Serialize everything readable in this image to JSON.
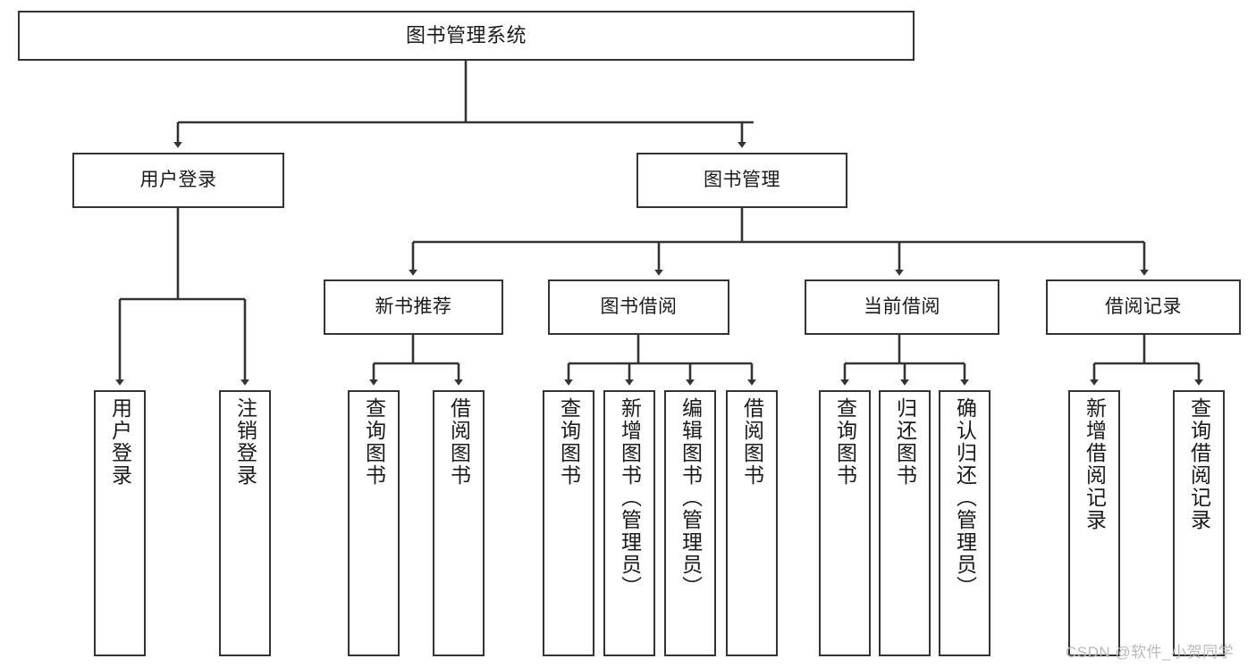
{
  "diagram": {
    "title": "图书管理系统",
    "type": "function-structure-tree",
    "style": {
      "box_border_color": "#333333",
      "box_fill_color": "#ffffff",
      "edge_color": "#333333",
      "background_color": "#ffffff",
      "watermark_color": "#b9b9b9"
    },
    "nodes": {
      "root": {
        "label": "图书管理系统",
        "level": 0
      },
      "user_login": {
        "label": "用户登录",
        "level": 1
      },
      "book_manage": {
        "label": "图书管理",
        "level": 1
      },
      "new_book_rec": {
        "label": "新书推荐",
        "level": 2
      },
      "book_borrow": {
        "label": "图书借阅",
        "level": 2
      },
      "current_borrow": {
        "label": "当前借阅",
        "level": 2
      },
      "borrow_record": {
        "label": "借阅记录",
        "level": 2
      },
      "leaf_user_login": {
        "label": "用户登录",
        "level": 2,
        "parent": "用户登录"
      },
      "leaf_logout": {
        "label": "注销登录",
        "level": 2,
        "parent": "用户登录"
      },
      "leaf_query_book_1": {
        "label": "查询图书",
        "level": 3,
        "parent": "新书推荐"
      },
      "leaf_borrow_book_1": {
        "label": "借阅图书",
        "level": 3,
        "parent": "新书推荐"
      },
      "leaf_query_book_2": {
        "label": "查询图书",
        "level": 3,
        "parent": "图书借阅"
      },
      "leaf_add_book": {
        "label": "新增图书（管理员）",
        "level": 3,
        "parent": "图书借阅"
      },
      "leaf_edit_book": {
        "label": "编辑图书（管理员）",
        "level": 3,
        "parent": "图书借阅"
      },
      "leaf_borrow_book_2": {
        "label": "借阅图书",
        "level": 3,
        "parent": "图书借阅"
      },
      "leaf_query_book_3": {
        "label": "查询图书",
        "level": 3,
        "parent": "当前借阅"
      },
      "leaf_return_book": {
        "label": "归还图书",
        "level": 3,
        "parent": "当前借阅"
      },
      "leaf_confirm_return": {
        "label": "确认归还（管理员）",
        "level": 3,
        "parent": "当前借阅"
      },
      "leaf_add_record": {
        "label": "新增借阅记录",
        "level": 3,
        "parent": "借阅记录"
      },
      "leaf_query_record": {
        "label": "查询借阅记录",
        "level": 3,
        "parent": "借阅记录"
      }
    },
    "watermark": "CSDN @软件_小贺同学"
  }
}
